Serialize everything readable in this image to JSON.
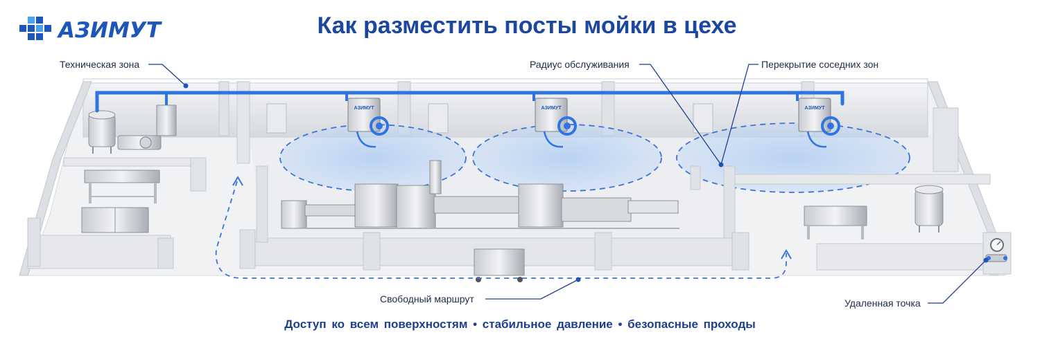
{
  "brand": {
    "name": "АЗИМУТ"
  },
  "title": "Как разместить посты мойки в цехе",
  "callouts": {
    "tech_zone": "Техническая зона",
    "service_radius": "Радиус обслуживания",
    "overlap": "Перекрытие соседних зон",
    "free_route": "Свободный маршрут",
    "remote_point": "Удаленная точка"
  },
  "unit_label": "АЗИМУТ",
  "tagline": "Доступ ко всем поверхностям • стабильное давление • безопасные проходы",
  "colors": {
    "accent": "#1b56b8",
    "title": "#1c47a1",
    "zone_fill": "#a9c9f3",
    "pipe": "#2f74e0",
    "wall": "#e4e6ea",
    "floor": "#f2f3f5"
  }
}
